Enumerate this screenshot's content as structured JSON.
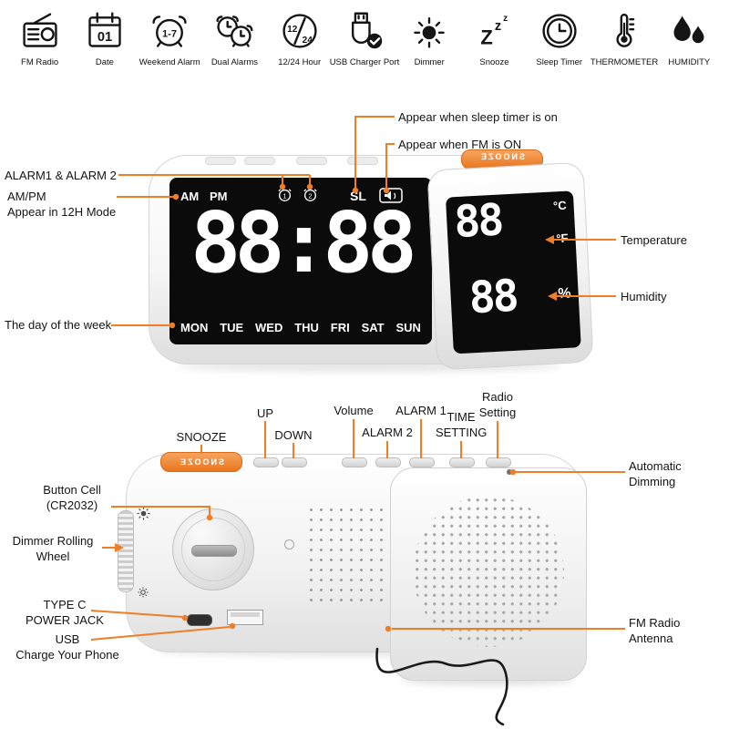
{
  "colors": {
    "accent": "#F07E26",
    "display_bg": "#0B0B0B",
    "body_text": "#141414"
  },
  "features": [
    {
      "label": "FM Radio",
      "icon": "fm-radio"
    },
    {
      "label": "Date",
      "icon": "calendar"
    },
    {
      "label": "Weekend Alarm",
      "icon": "weekend-alarm"
    },
    {
      "label": "Dual Alarms",
      "icon": "dual-alarms"
    },
    {
      "label": "12/24 Hour",
      "icon": "12-24-hour"
    },
    {
      "label": "USB Charger Port",
      "icon": "usb-charger"
    },
    {
      "label": "Dimmer",
      "icon": "dimmer-sun"
    },
    {
      "label": "Snooze",
      "icon": "snooze-zzz"
    },
    {
      "label": "Sleep Timer",
      "icon": "sleep-timer"
    },
    {
      "label": "THERMOMETER",
      "icon": "thermometer"
    },
    {
      "label": "HUMIDITY",
      "icon": "humidity-drops"
    }
  ],
  "icon_texts": {
    "date_day": "01",
    "weekend_range": "1-7",
    "hour_12": "12",
    "hour_24": "24",
    "snooze_z1": "Z",
    "snooze_z2": "z",
    "snooze_z3": "z"
  },
  "front": {
    "indicators": {
      "am": "AM",
      "pm": "PM",
      "alarm1": "1",
      "alarm2": "2",
      "sleep": "SL"
    },
    "time": "88:88",
    "days": [
      "MON",
      "TUE",
      "WED",
      "THU",
      "FRI",
      "SAT",
      "SUN"
    ],
    "side_display": {
      "temperature": "88",
      "unit_c": "°C",
      "unit_f": "°F",
      "humidity": "88",
      "unit_percent": "%"
    },
    "snooze_button": "SNOOZE",
    "callouts": {
      "sleep_timer": "Appear when sleep timer is on",
      "fm_on": "Appear when FM is ON",
      "alarms": "ALARM1 & ALARM 2",
      "am_pm": "AM/PM\nAppear in 12H Mode",
      "weekday": "The day of the week",
      "temperature": "Temperature",
      "humidity": "Humidity"
    }
  },
  "back": {
    "snooze_button": "SNOOZE",
    "callouts": {
      "snooze": "SNOOZE",
      "up": "UP",
      "down": "DOWN",
      "volume": "Volume",
      "alarm2": "ALARM 2",
      "alarm1": "ALARM 1",
      "time_setting": "TIME\nSETTING",
      "radio_setting": "Radio\nSetting",
      "auto_dimming": "Automatic\nDimming",
      "button_cell": "Button Cell\n(CR2032)",
      "dimmer_wheel": "Dimmer Rolling\nWheel",
      "type_c": "TYPE C\nPOWER JACK",
      "usb_charge": "USB\nCharge Your Phone",
      "fm_antenna": "FM Radio\nAntenna"
    }
  }
}
